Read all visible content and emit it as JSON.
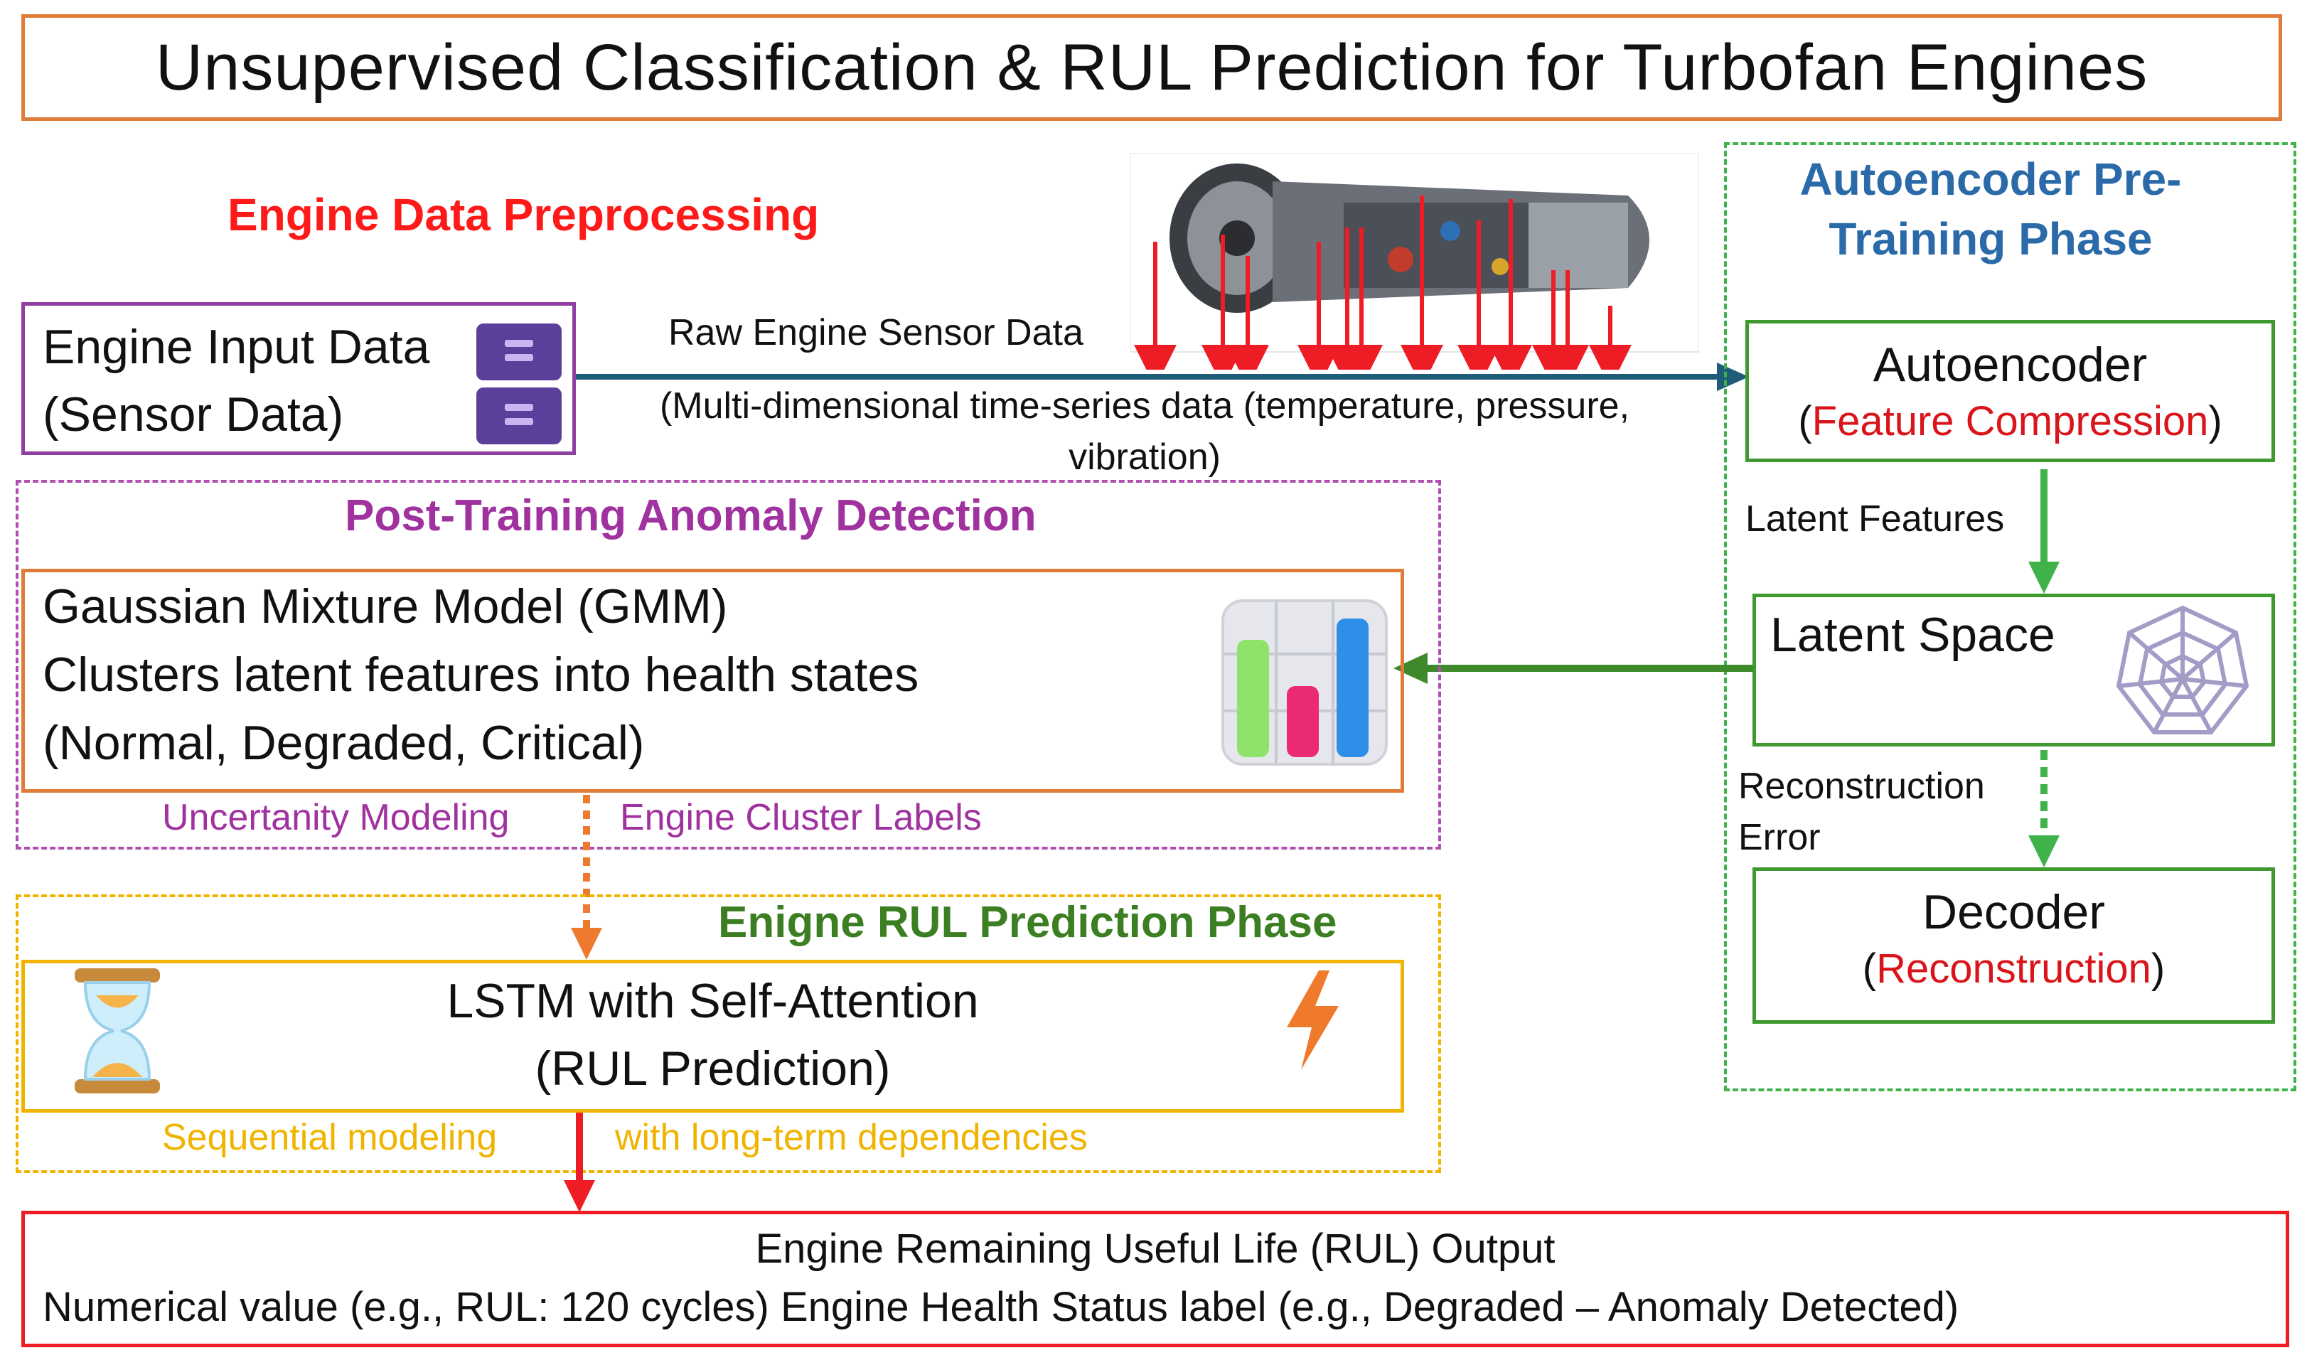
{
  "title": "Unsupervised Classification & RUL Prediction for Turbofan Engines",
  "preprocessing": {
    "heading": "Engine Data Preprocessing",
    "input_box": {
      "line1": "Engine Input Data",
      "line2": "(Sensor Data)",
      "icon": "file-cabinet-icon"
    },
    "arrow_label_top": "Raw Engine Sensor Data",
    "arrow_label_bottom": "(Multi-dimensional time-series data (temperature, pressure,\nvibration)",
    "engine_image": "turbofan-engine-icon"
  },
  "autoencoder": {
    "heading": "Autoencoder Pre-\nTraining Phase",
    "encoder_box": {
      "line1": "Autoencoder",
      "open": "(",
      "accent": "Feature Compression",
      "close": ")"
    },
    "latent_features_label": "Latent Features",
    "latent_box": {
      "label": "Latent Space",
      "icon": "spider-web-icon"
    },
    "recon_error_label": "Reconstruction\nError",
    "decoder_box": {
      "line1": "Decoder",
      "open": "(",
      "accent": "Reconstruction",
      "close": ")"
    }
  },
  "anomaly": {
    "heading": "Post-Training Anomaly Detection",
    "gmm_box": {
      "line1": "Gaussian Mixture Model (GMM)",
      "line2": "Clusters latent features into health states",
      "line3": "(Normal, Degraded, Critical)",
      "icon": "bar-chart-icon"
    },
    "label_left": "Uncertanity Modeling",
    "label_right": "Engine Cluster Labels"
  },
  "rul_phase": {
    "heading": "Enigne RUL Prediction Phase",
    "lstm_box": {
      "line1": "LSTM with Self-Attention",
      "line2": "(RUL Prediction)",
      "left_icon": "hourglass-icon",
      "right_icon": "lightning-icon"
    },
    "label_left": "Sequential modeling",
    "label_right": "with long-term dependencies"
  },
  "output": {
    "line1": "Engine Remaining Useful Life (RUL) Output",
    "line2": "Numerical value (e.g., RUL: 120 cycles) Engine Health Status label (e.g., Degraded – Anomaly Detected)"
  },
  "colors": {
    "title_border": "#e07b39",
    "heading_red": "#ff1a1a",
    "heading_blue": "#2a6aa8",
    "heading_purple": "#a032a0",
    "heading_green": "#3c7f23",
    "arrow_blue": "#1f5c7a",
    "arrow_green": "#3e8a2b",
    "arrow_red": "#ee1c25",
    "arrow_orange": "#ee7a30"
  }
}
